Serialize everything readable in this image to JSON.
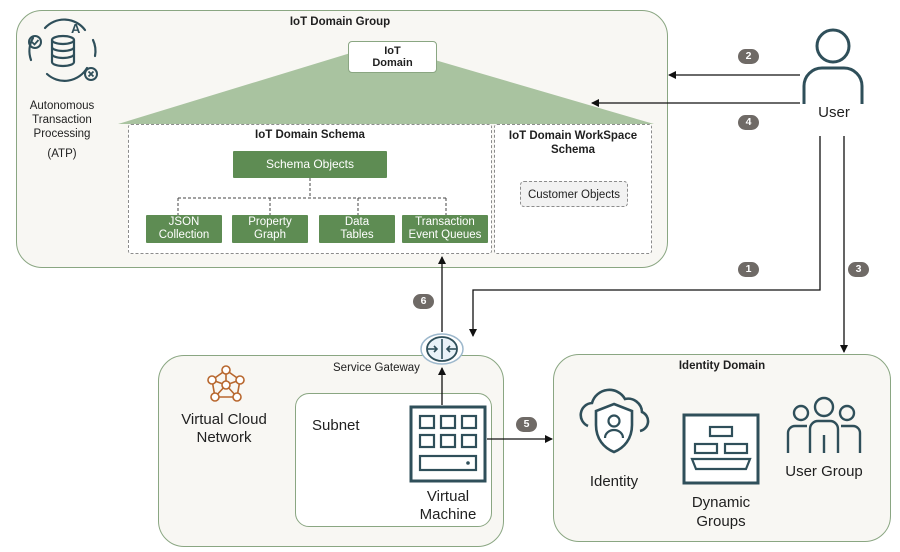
{
  "iot_group": {
    "title": "IoT Domain Group"
  },
  "iot_domain": {
    "label_line1": "IoT",
    "label_line2": "Domain"
  },
  "atp": {
    "line1": "Autonomous",
    "line2": "Transaction",
    "line3": "Processing",
    "line4": "(ATP)"
  },
  "schema": {
    "title": "IoT Domain Schema",
    "root": "Schema Objects",
    "children": [
      {
        "line1": "JSON",
        "line2": "Collection"
      },
      {
        "line1": "Property",
        "line2": "Graph"
      },
      {
        "line1": "Data",
        "line2": "Tables"
      },
      {
        "line1": "Transaction",
        "line2": "Event Queues"
      }
    ]
  },
  "workspace": {
    "title_line1": "IoT Domain WorkSpace",
    "title_line2": "Schema",
    "customer_objects": "Customer Objects"
  },
  "user": {
    "label": "User"
  },
  "vcn": {
    "title_line1": "Virtual Cloud",
    "title_line2": "Network",
    "service_gateway": "Service Gateway",
    "subnet": "Subnet",
    "vm_line1": "Virtual",
    "vm_line2": "Machine"
  },
  "identity_domain": {
    "title": "Identity Domain",
    "identity": "Identity",
    "dynamic_line1": "Dynamic",
    "dynamic_line2": "Groups",
    "user_group": "User Group"
  },
  "steps": [
    "1",
    "2",
    "3",
    "4",
    "5",
    "6"
  ],
  "colors": {
    "accent_green": "#5e8c53",
    "light_green": "#a9c3a0",
    "border_green": "#8aa682",
    "icon_teal": "#2f4f5a",
    "vcn_orange": "#b8672e",
    "badge_gray": "#6f6a66"
  }
}
